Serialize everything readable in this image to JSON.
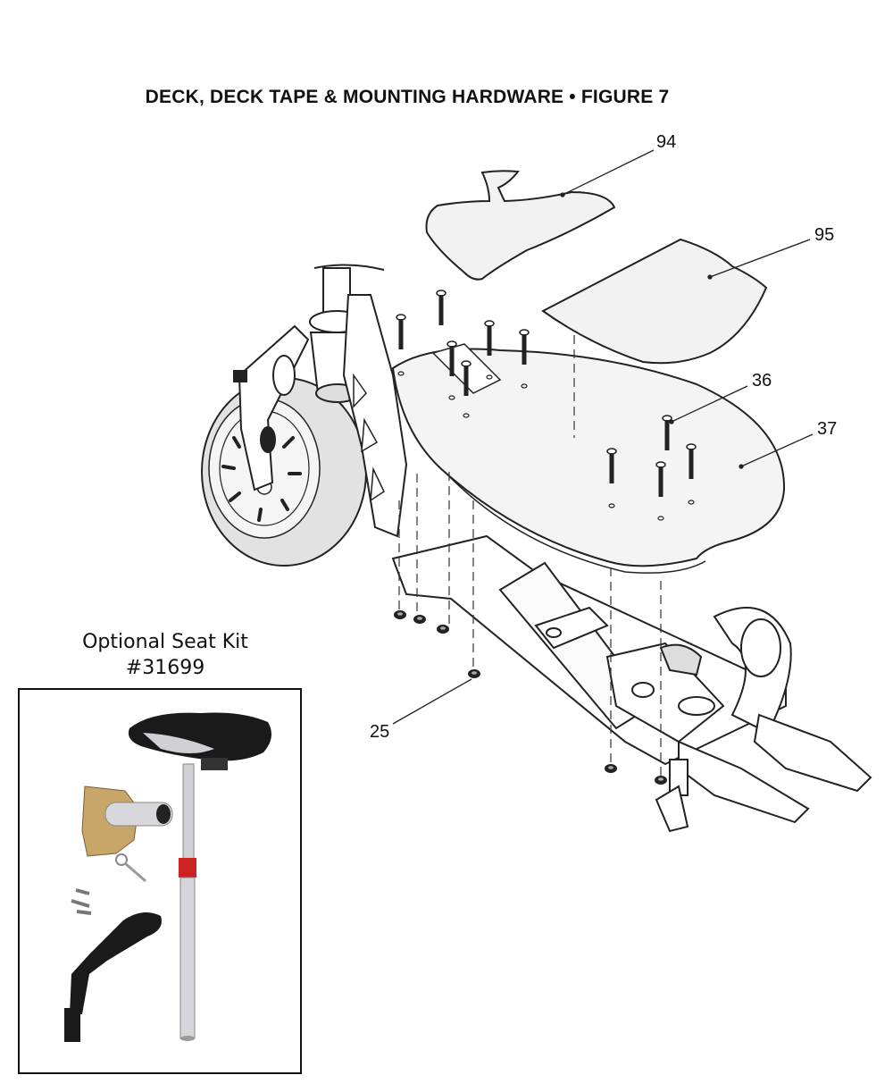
{
  "figure": {
    "title": "DECK, DECK TAPE & MOUNTING HARDWARE  •  FIGURE 7"
  },
  "callouts": [
    {
      "id": "94",
      "label": "94"
    },
    {
      "id": "95",
      "label": "95"
    },
    {
      "id": "36",
      "label": "36"
    },
    {
      "id": "37",
      "label": "37"
    },
    {
      "id": "25",
      "label": "25"
    }
  ],
  "seat_kit": {
    "caption_line1": "Optional  Seat  Kit",
    "caption_line2": "#31699"
  },
  "colors": {
    "line": "#222222",
    "deck_fill": "#f2f2f2",
    "tire": "#dddddd",
    "seat_black": "#1a1a1a",
    "chrome": "#cfcfd4",
    "accent_red": "#cc2222",
    "bracket_gold": "#c8a66a"
  }
}
